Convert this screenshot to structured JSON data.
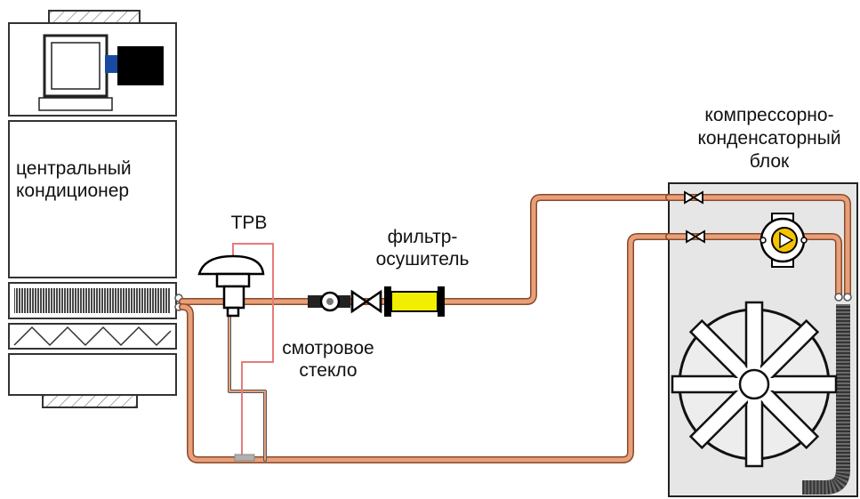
{
  "labels": {
    "ahu_line1": "центральный",
    "ahu_line2": "кондиционер",
    "trv": "ТРВ",
    "filter_line1": "фильтр-",
    "filter_line2": "осушитель",
    "sightglass_line1": "смотровое",
    "sightglass_line2": "стекло",
    "ccu_line1": "компрессорно-",
    "ccu_line2": "конденсаторный",
    "ccu_line3": "блок"
  },
  "colors": {
    "pipe": "#e8a07a",
    "pipe_edge": "#8a4a2a",
    "capillary": "#e87a7a",
    "filter_body": "#f2ee00",
    "unit_fill": "#e6e6e6",
    "fan_disk": "#ededed",
    "coil_dark": "#3a3a3a",
    "compressor_accent": "#f5c400",
    "motor_coupling": "#1a4aa0"
  },
  "icons": [
    "fan-icon",
    "compressor-icon",
    "shutoff-valve-icon",
    "expansion-valve-icon",
    "sight-glass-icon",
    "filter-drier-icon"
  ]
}
